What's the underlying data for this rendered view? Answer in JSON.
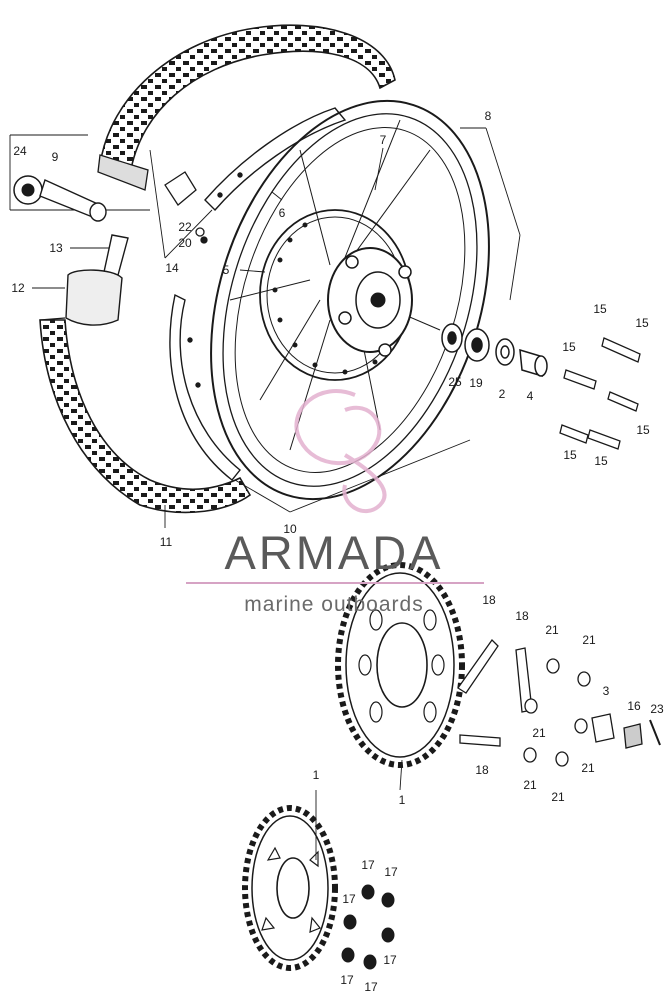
{
  "callouts": {
    "c1_top": "1",
    "c1_mid": "1",
    "c2": "2",
    "c3": "3",
    "c4": "4",
    "c5": "5",
    "c6": "6",
    "c7": "7",
    "c8": "8",
    "c9": "9",
    "c10": "10",
    "c11": "11",
    "c12": "12",
    "c13": "13",
    "c14": "14",
    "c15a": "15",
    "c15b": "15",
    "c15c": "15",
    "c15d": "15",
    "c15e": "15",
    "c15f": "15",
    "c16": "16",
    "c17a": "17",
    "c17b": "17",
    "c17c": "17",
    "c17d": "17",
    "c17e": "17",
    "c17f": "17",
    "c18a": "18",
    "c18b": "18",
    "c18c": "18",
    "c19": "19",
    "c20": "20",
    "c21a": "21",
    "c21b": "21",
    "c21c": "21",
    "c21d": "21",
    "c21e": "21",
    "c21f": "21",
    "c22": "22",
    "c23": "23",
    "c24": "24",
    "c25": "25"
  },
  "watermark": {
    "title": "ARMADA",
    "subtitle": "marine outboards",
    "accent_color": "#d6a3c4",
    "text_color": "#5a5a5a"
  },
  "colors": {
    "ink": "#1a1a1a",
    "background": "#ffffff"
  }
}
